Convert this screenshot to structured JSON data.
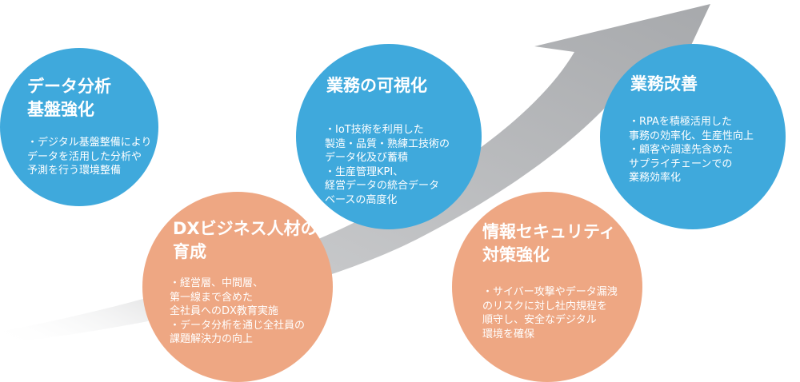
{
  "nodes": [
    {
      "id": "data-analysis",
      "title_lines": [
        "データ分析",
        "基盤強化"
      ],
      "bullets": [
        [
          "・デジタル基盤整備により",
          "データを活用した分析や",
          "予測を行う環境整備"
        ]
      ]
    },
    {
      "id": "dx-talent",
      "title_lines": [
        "DXビジネス人材の",
        "育成"
      ],
      "bullets": [
        [
          "・経営層、中間層、",
          "第一線まで含めた",
          "全社員へのDX教育実施"
        ],
        [
          "・データ分析を通じ全社員の",
          "課題解決力の向上"
        ]
      ]
    },
    {
      "id": "visualization",
      "title_lines": [
        "業務の可視化"
      ],
      "bullets": [
        [
          "・IoT技術を利用した",
          "製造・品質・熟練工技術の",
          "データ化及び蓄積"
        ],
        [
          "・生産管理KPI、",
          "経営データの統合データ",
          "ベースの高度化"
        ]
      ]
    },
    {
      "id": "security",
      "title_lines": [
        "情報セキュリティ",
        "対策強化"
      ],
      "bullets": [
        [
          "・サイバー攻撃やデータ漏洩",
          "のリスクに対し社内規程を",
          "順守し、安全なデジタル",
          "環境を確保"
        ]
      ]
    },
    {
      "id": "improvement",
      "title_lines": [
        "業務改善"
      ],
      "bullets": [
        [
          "・RPAを積極活用した",
          "事務の効率化、生産性向上"
        ],
        [
          "・顧客や調達先含めた",
          "サプライチェーンでの",
          "業務効率化"
        ]
      ]
    }
  ],
  "colors": {
    "blue": "#3fa9dc",
    "orange": "#eea783",
    "arrow": "#a7a9ac",
    "text": "#ffffff"
  }
}
